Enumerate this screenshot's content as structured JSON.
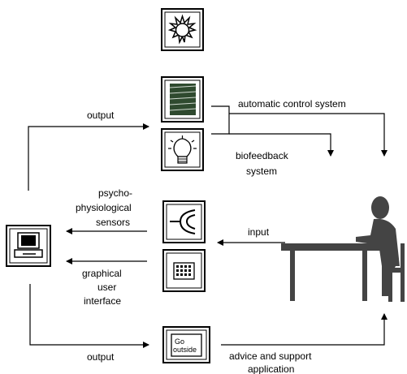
{
  "labels": {
    "output_top": "output",
    "automatic_control": "automatic control system",
    "biofeedback_line1": "biofeedback",
    "biofeedback_line2": "system",
    "psycho_line1": "psycho-",
    "psycho_line2": "physiological",
    "psycho_line3": "sensors",
    "input": "input",
    "gui_line1": "graphical",
    "gui_line2": "user",
    "gui_line3": "interface",
    "output_bottom": "output",
    "advice_line1": "advice and support",
    "advice_line2": "application",
    "screen_line1": "Go",
    "screen_line2": "outside"
  },
  "icons": [
    "sun-icon",
    "blinds-icon",
    "lightbulb-icon",
    "sensor-icon",
    "keypad-icon",
    "advice-screen-icon",
    "computer-icon",
    "person-at-desk-icon"
  ]
}
